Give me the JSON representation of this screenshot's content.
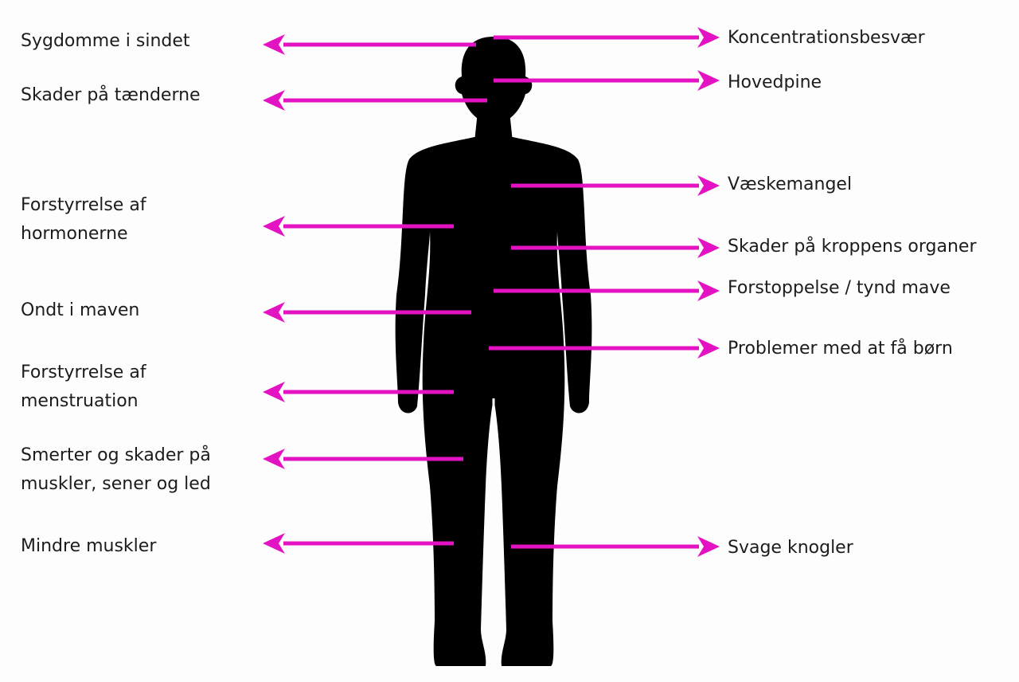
{
  "colors": {
    "arrow": "#e313c4",
    "figure": "#000000",
    "text": "#1c1c1c"
  },
  "left_labels": [
    {
      "id": "mind",
      "lines": [
        "Sygdomme i sindet"
      ]
    },
    {
      "id": "teeth",
      "lines": [
        "Skader på tænderne"
      ]
    },
    {
      "id": "hormones",
      "lines": [
        "Forstyrrelse af",
        "hormonerne"
      ]
    },
    {
      "id": "stomach-ache",
      "lines": [
        "Ondt i maven"
      ]
    },
    {
      "id": "menstruation",
      "lines": [
        "Forstyrrelse af",
        "menstruation"
      ]
    },
    {
      "id": "muscles-tendons-joints",
      "lines": [
        "Smerter og skader på",
        "muskler, sener og led"
      ]
    },
    {
      "id": "smaller-muscles",
      "lines": [
        "Mindre muskler"
      ]
    }
  ],
  "right_labels": [
    {
      "id": "concentration",
      "lines": [
        "Koncentrationsbesvær"
      ]
    },
    {
      "id": "headache",
      "lines": [
        "Hovedpine"
      ]
    },
    {
      "id": "dehydration",
      "lines": [
        "Væskemangel"
      ]
    },
    {
      "id": "organs",
      "lines": [
        "Skader på kroppens organer"
      ]
    },
    {
      "id": "constipation",
      "lines": [
        "Forstoppelse / tynd mave"
      ]
    },
    {
      "id": "fertility",
      "lines": [
        "Problemer med at få børn"
      ]
    },
    {
      "id": "bones",
      "lines": [
        "Svage knogler"
      ]
    }
  ]
}
